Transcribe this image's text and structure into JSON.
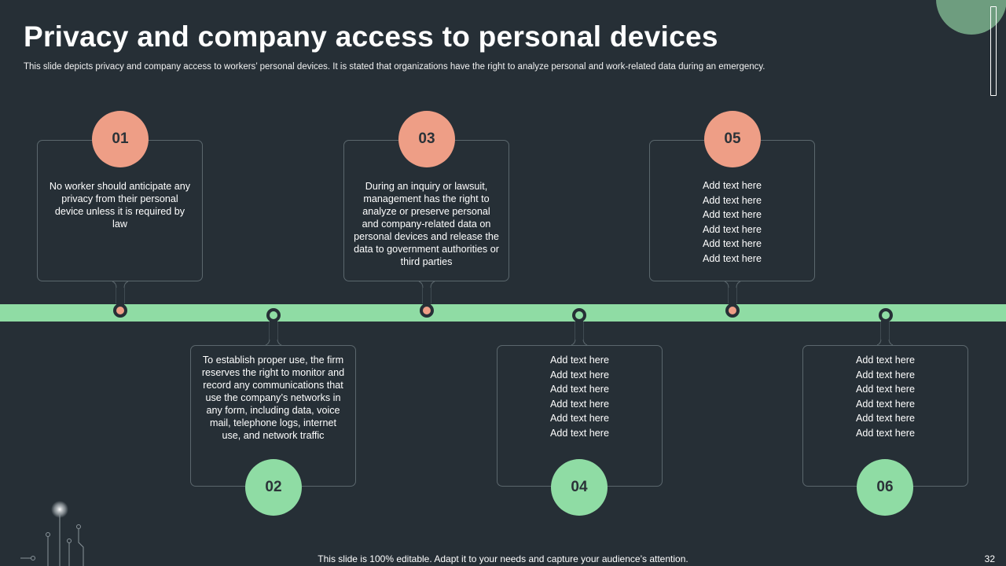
{
  "slide": {
    "title": "Privacy and company access to personal devices",
    "subtitle": "This slide depicts privacy and company access to workers’ personal devices. It is stated that organizations have the right to analyze personal and work-related data during an emergency.",
    "footer": "This slide is 100% editable. Adapt it to your needs and capture your audience’s attention.",
    "page_number": "32"
  },
  "colors": {
    "background": "#262f36",
    "accent_salmon": "#ee9e86",
    "accent_green": "#8fdca4",
    "card_border": "#5b676d"
  },
  "steps": [
    {
      "number": "01",
      "text": "No worker should anticipate any privacy from their personal device unless it is required by law",
      "items": []
    },
    {
      "number": "02",
      "text": "To establish proper use, the firm reserves the right to monitor and record any communications that use the company’s networks in any form, including data, voice mail, telephone logs, internet use, and network traffic",
      "items": []
    },
    {
      "number": "03",
      "text": "During an inquiry or lawsuit, management has the right to analyze or preserve personal and company-related data on personal devices and release the data to government authorities or third parties",
      "items": []
    },
    {
      "number": "04",
      "text": "",
      "items": [
        "Add text here",
        "Add text here",
        "Add text here",
        "Add text here",
        "Add text here",
        "Add text here"
      ]
    },
    {
      "number": "05",
      "text": "",
      "items": [
        "Add text here",
        "Add text here",
        "Add text here",
        "Add text here",
        "Add text here",
        "Add text here"
      ]
    },
    {
      "number": "06",
      "text": "",
      "items": [
        "Add text here",
        "Add text here",
        "Add text here",
        "Add text here",
        "Add text here",
        "Add text here"
      ]
    }
  ]
}
